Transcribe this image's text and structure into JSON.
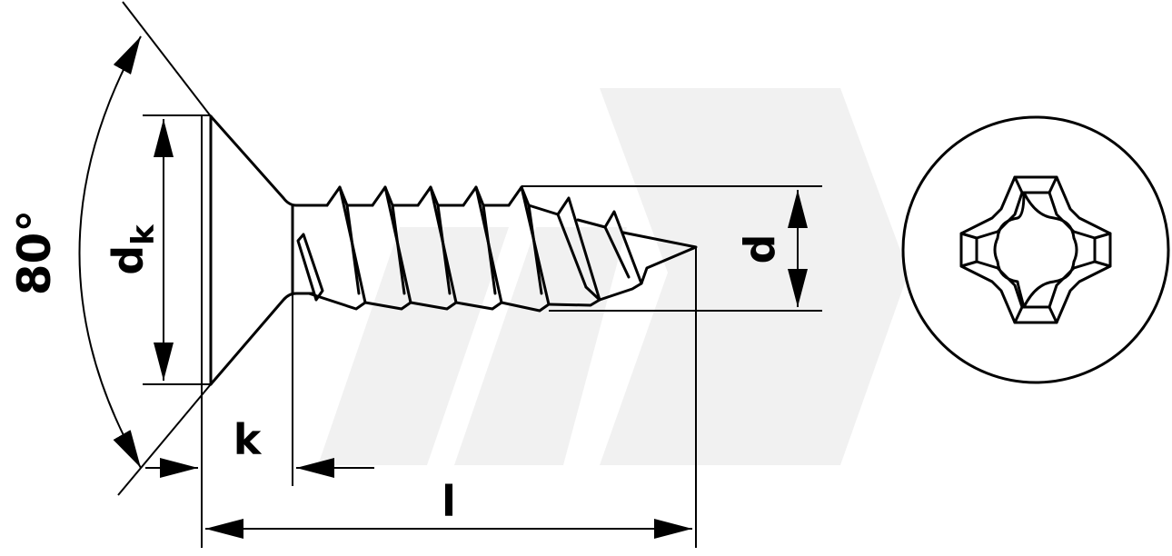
{
  "labels": {
    "angle": "80°",
    "head_diameter": "d",
    "head_diameter_sub": "k",
    "head_height": "k",
    "length": "l",
    "thread_diameter": "d"
  },
  "colors": {
    "line": "#000000",
    "watermark": "#f1f1f1",
    "background": "#ffffff"
  },
  "icons": {
    "drive": "pozidriv-cross-recess-icon"
  }
}
